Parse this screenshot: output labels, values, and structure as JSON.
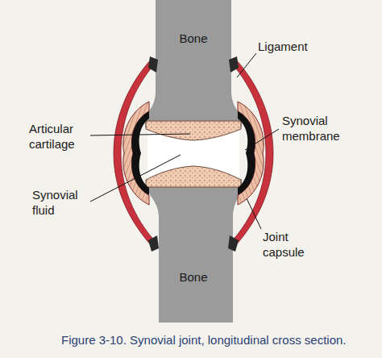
{
  "diagram": {
    "caption": "Figure 3-10. Synovial joint, longitudinal cross section.",
    "labels": [
      "Bone",
      "Ligament",
      "Articular cartilage",
      "Synovial membrane",
      "Synovial fluid",
      "Joint capsule",
      "Bone"
    ]
  }
}
